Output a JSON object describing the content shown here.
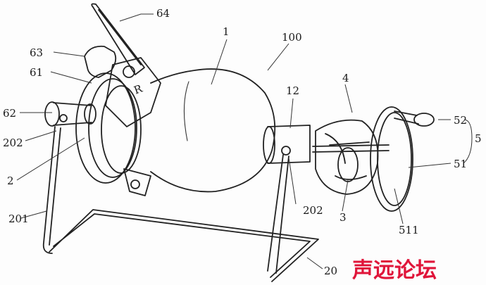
{
  "labels": {
    "l64": "64",
    "l1": "1",
    "l100": "100",
    "l63": "63",
    "l61": "61",
    "l4": "4",
    "l12": "12",
    "l62": "62",
    "l52": "52",
    "l5": "5",
    "l202a": "202",
    "l51": "51",
    "l2": "2",
    "l202b": "202",
    "l3": "3",
    "l511": "511",
    "l201": "201",
    "l20": "20",
    "stampR": "R"
  },
  "watermark": {
    "text": "声远论坛",
    "color": "#e0153a"
  }
}
